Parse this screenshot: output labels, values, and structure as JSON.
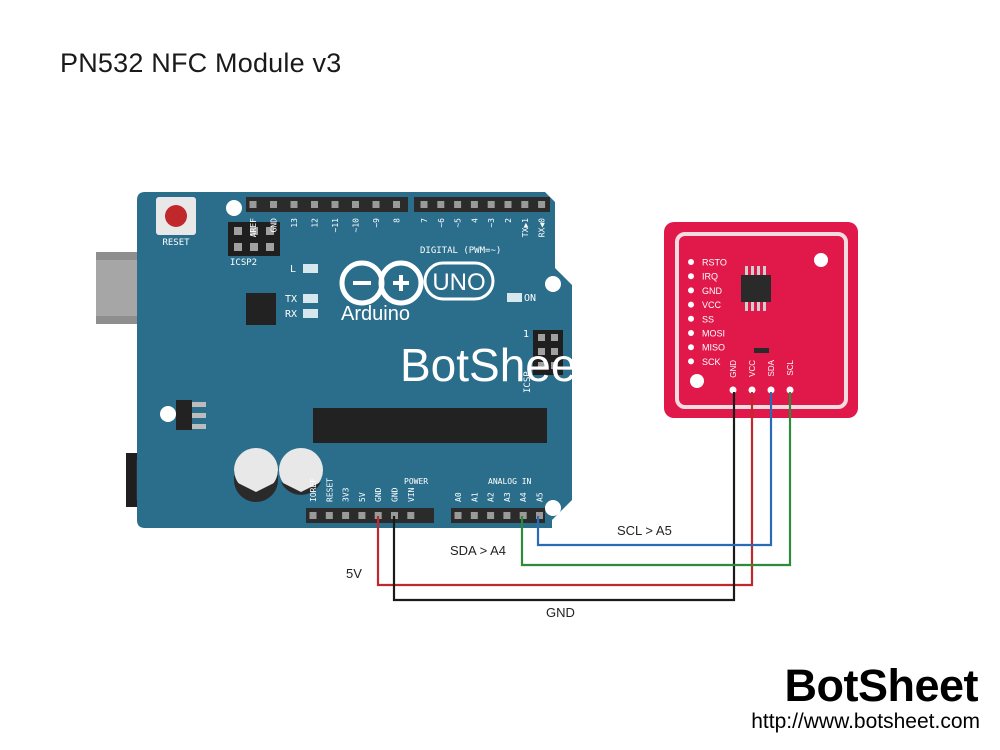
{
  "title": "PN532 NFC Module v3",
  "watermark": "BotSheet",
  "brand": {
    "name": "BotSheet",
    "url": "http://www.botsheet.com"
  },
  "arduino": {
    "logo": "Arduino",
    "model": "UNO",
    "reset_label": "RESET",
    "icsp2_label": "ICSP2",
    "icsp_label": "ICSP",
    "led_labels": {
      "l": "L",
      "tx": "TX",
      "rx": "RX",
      "on": "ON"
    },
    "icsp_pin1": "1",
    "digital_label": "DIGITAL (PWM=~)",
    "digital_pins_left": [
      "AREF",
      "GND",
      "13",
      "12",
      "~11",
      "~10",
      "~9",
      "8"
    ],
    "digital_pins_right": [
      "7",
      "~6",
      "~5",
      "4",
      "~3",
      "2",
      "TX▶1",
      "RX◀0"
    ],
    "power_label": "POWER",
    "power_pins": [
      "IOREF",
      "RESET",
      "3V3",
      "5V",
      "GND",
      "GND",
      "VIN"
    ],
    "analog_label": "ANALOG IN",
    "analog_pins": [
      "A0",
      "A1",
      "A2",
      "A3",
      "A4",
      "A5"
    ]
  },
  "nfc_module": {
    "side_pins": [
      "RSTO",
      "IRQ",
      "GND",
      "VCC",
      "SS",
      "MOSI",
      "MISO",
      "SCK"
    ],
    "i2c_pins": [
      "GND",
      "VCC",
      "SDA",
      "SCL"
    ]
  },
  "connections": [
    {
      "label": "5V",
      "color": "#c0282b"
    },
    {
      "label": "GND",
      "color": "#1a1a1a"
    },
    {
      "label": "SDA > A4",
      "color": "#2e8b3c"
    },
    {
      "label": "SCL > A5",
      "color": "#2a6bb5"
    }
  ],
  "colors": {
    "board": "#2a6e8c",
    "module": "#e0194a",
    "header": "#2b2b2b"
  }
}
